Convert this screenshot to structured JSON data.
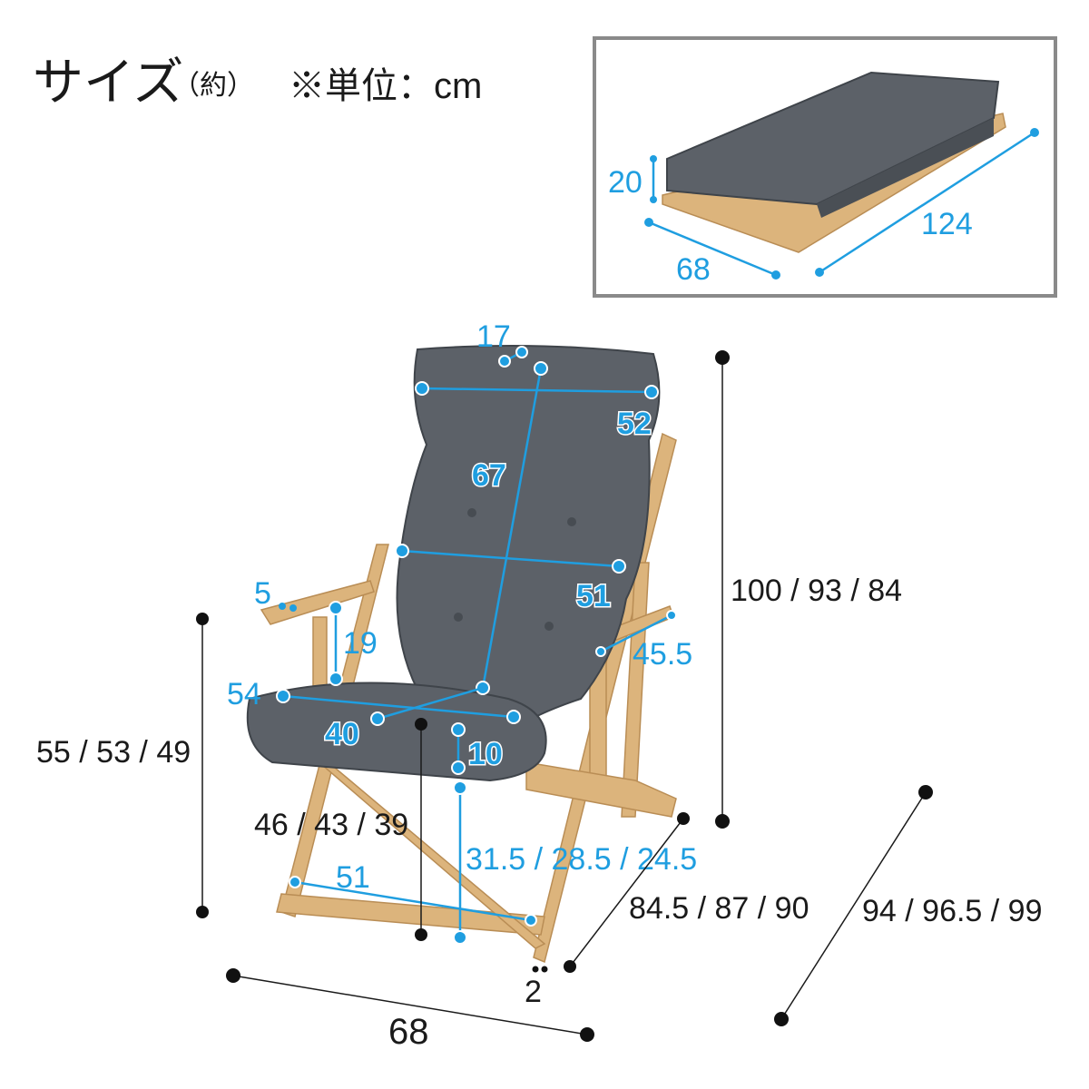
{
  "header": {
    "title": "サイズ",
    "approx": "（約）",
    "unit_note": "※単位：cm"
  },
  "inset": {
    "height": "20",
    "width": "68",
    "length": "124"
  },
  "chair": {
    "headrest_thickness": "17",
    "headrest_width": "52",
    "back_height": "67",
    "back_width": "51",
    "armrest_width": "5",
    "armrest_height_above_seat": "19",
    "armrest_length": "45.5",
    "seat_width": "54",
    "seat_depth": "40",
    "seat_cushion_thickness": "10",
    "seat_height_under": "31.5 / 28.5 / 24.5",
    "base_width": "51",
    "total_height": "100 / 93 / 84",
    "arm_height": "55 / 53 / 49",
    "seat_height": "46 / 43 / 39",
    "depth": "84.5 / 87 / 90",
    "total_depth": "94 / 96.5 / 99",
    "total_width": "68",
    "frame_thickness": "2"
  },
  "colors": {
    "dimension_blue": "#1f9ee0",
    "wood": "#dcb47c",
    "cushion": "#5c6168",
    "inset_border": "#8a8a8a"
  }
}
